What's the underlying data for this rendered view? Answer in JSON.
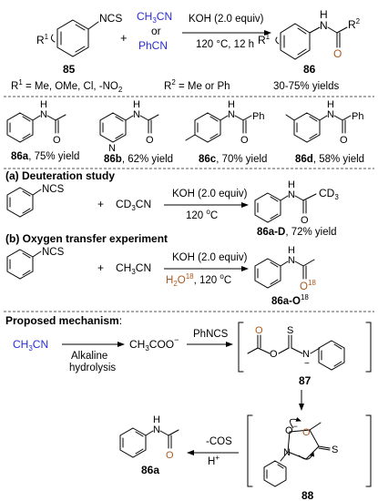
{
  "top": {
    "reagent_ncs": "NCS",
    "r1": "R",
    "r1_sup": "1",
    "plus": "+",
    "nitrile_1": "CH",
    "nitrile_1_sub": "3",
    "nitrile_1_tail": "CN",
    "or": "or",
    "nitrile_2": "PhCN",
    "conditions_top": "KOH (2.0 equiv)",
    "conditions_bottom": "120 °C, 12 h",
    "start_label": "85",
    "product_label": "86",
    "product_r1": "R",
    "product_r1_sup": "1",
    "product_r2": "R",
    "product_r2_sup": "2",
    "nh": "N",
    "h": "H",
    "o": "O",
    "r1_def": "R",
    "r1_def_sup": "1",
    "r1_def_rest": " = Me, OMe, Cl, -NO",
    "r1_def_sub": "2",
    "r2_def": "R",
    "r2_def_sup": "2",
    "r2_def_rest": " = Me or Ph",
    "yields": "30-75% yields"
  },
  "examples": [
    {
      "label": "86a",
      "yield": ", 75% yield"
    },
    {
      "label": "86b",
      "yield": ", 62% yield"
    },
    {
      "label": "86c",
      "yield": ", 70% yield"
    },
    {
      "label": "86d",
      "yield": ", 58% yield"
    }
  ],
  "example_text": {
    "n": "N",
    "h": "H",
    "o": "O",
    "ph": "Ph"
  },
  "deuteration": {
    "heading": "(a) Deuteration study",
    "ncs": "NCS",
    "plus": "+",
    "reagent_a": "CD",
    "reagent_sub": "3",
    "reagent_b": "CN",
    "cond_top": "KOH (2.0 equiv)",
    "cond_bottom": "120 ",
    "cond_deg": "o",
    "cond_c": "C",
    "product_cd": "CD",
    "product_cd_sub": "3",
    "product_label": "86a-D",
    "product_yield": ", 72% yield",
    "n": "N",
    "h": "H",
    "o": "O"
  },
  "oxygen": {
    "heading": "(b) Oxygen transfer experiment",
    "ncs": "NCS",
    "plus": "+",
    "reagent_a": "CH",
    "reagent_sub": "3",
    "reagent_b": "CN",
    "cond_top": "KOH (2.0 equiv)",
    "cond_h2o": "H",
    "cond_h2o_sub": "2",
    "cond_o": "O",
    "cond_o_sup": "18",
    "cond_rest": ", 120 ",
    "cond_deg": "o",
    "cond_c": "C",
    "product_o": "O",
    "product_o_sup": "18",
    "product_label": "86a-O",
    "product_label_sup": "18",
    "n": "N",
    "h": "H"
  },
  "mechanism": {
    "heading": "Proposed mechanism",
    "colon": ":",
    "start": "CH",
    "start_sub": "3",
    "start_tail": "CN",
    "step1_a": "Alkaline",
    "step1_b": "hydrolysis",
    "acetate": "CH",
    "acetate_sub": "3",
    "acetate_tail": "COO",
    "acetate_charge": "−",
    "step2": "PhNCS",
    "int87": "87",
    "int88": "88",
    "o": "O",
    "s": "S",
    "n": "N",
    "h": "H",
    "minus": "−",
    "cos": "-COS",
    "hplus": "H",
    "hplus_sup": "+",
    "final_label": "86a"
  },
  "colors": {
    "blue": "#2b2bd6",
    "brown": "#a8581e",
    "black": "#000000",
    "divider": "#555555"
  }
}
